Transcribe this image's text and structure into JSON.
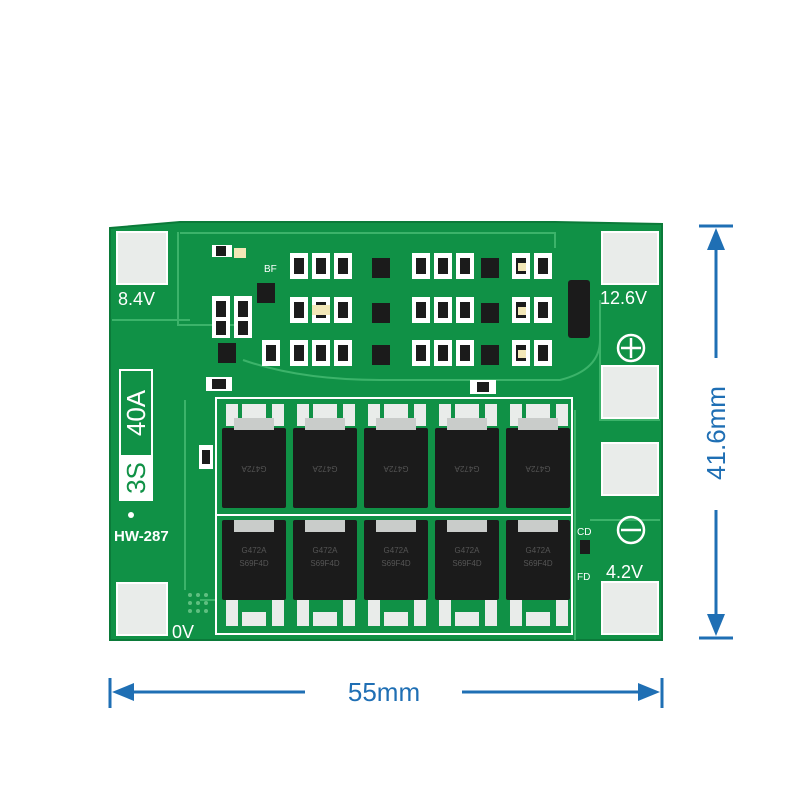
{
  "board": {
    "labels": {
      "v84": "8.4V",
      "v126": "12.6V",
      "v42": "4.2V",
      "v0": "0V",
      "model": "HW-287",
      "cells": "3S",
      "current": "40A",
      "plus": "⊕",
      "minus": "⊖",
      "bf": "BF",
      "cd": "CD",
      "fd": "FD"
    },
    "mosfet_marking": [
      "G472A",
      "S69F4D"
    ]
  },
  "dimensions": {
    "width": "55mm",
    "height": "41.6mm"
  },
  "colors": {
    "pcb": "#109146",
    "pcb_light": "#2aa65a",
    "trace": "#3cb36a",
    "pad": "#e9ecea",
    "mosfet": "#1b1b1b",
    "dimension": "#1f6fb4"
  }
}
